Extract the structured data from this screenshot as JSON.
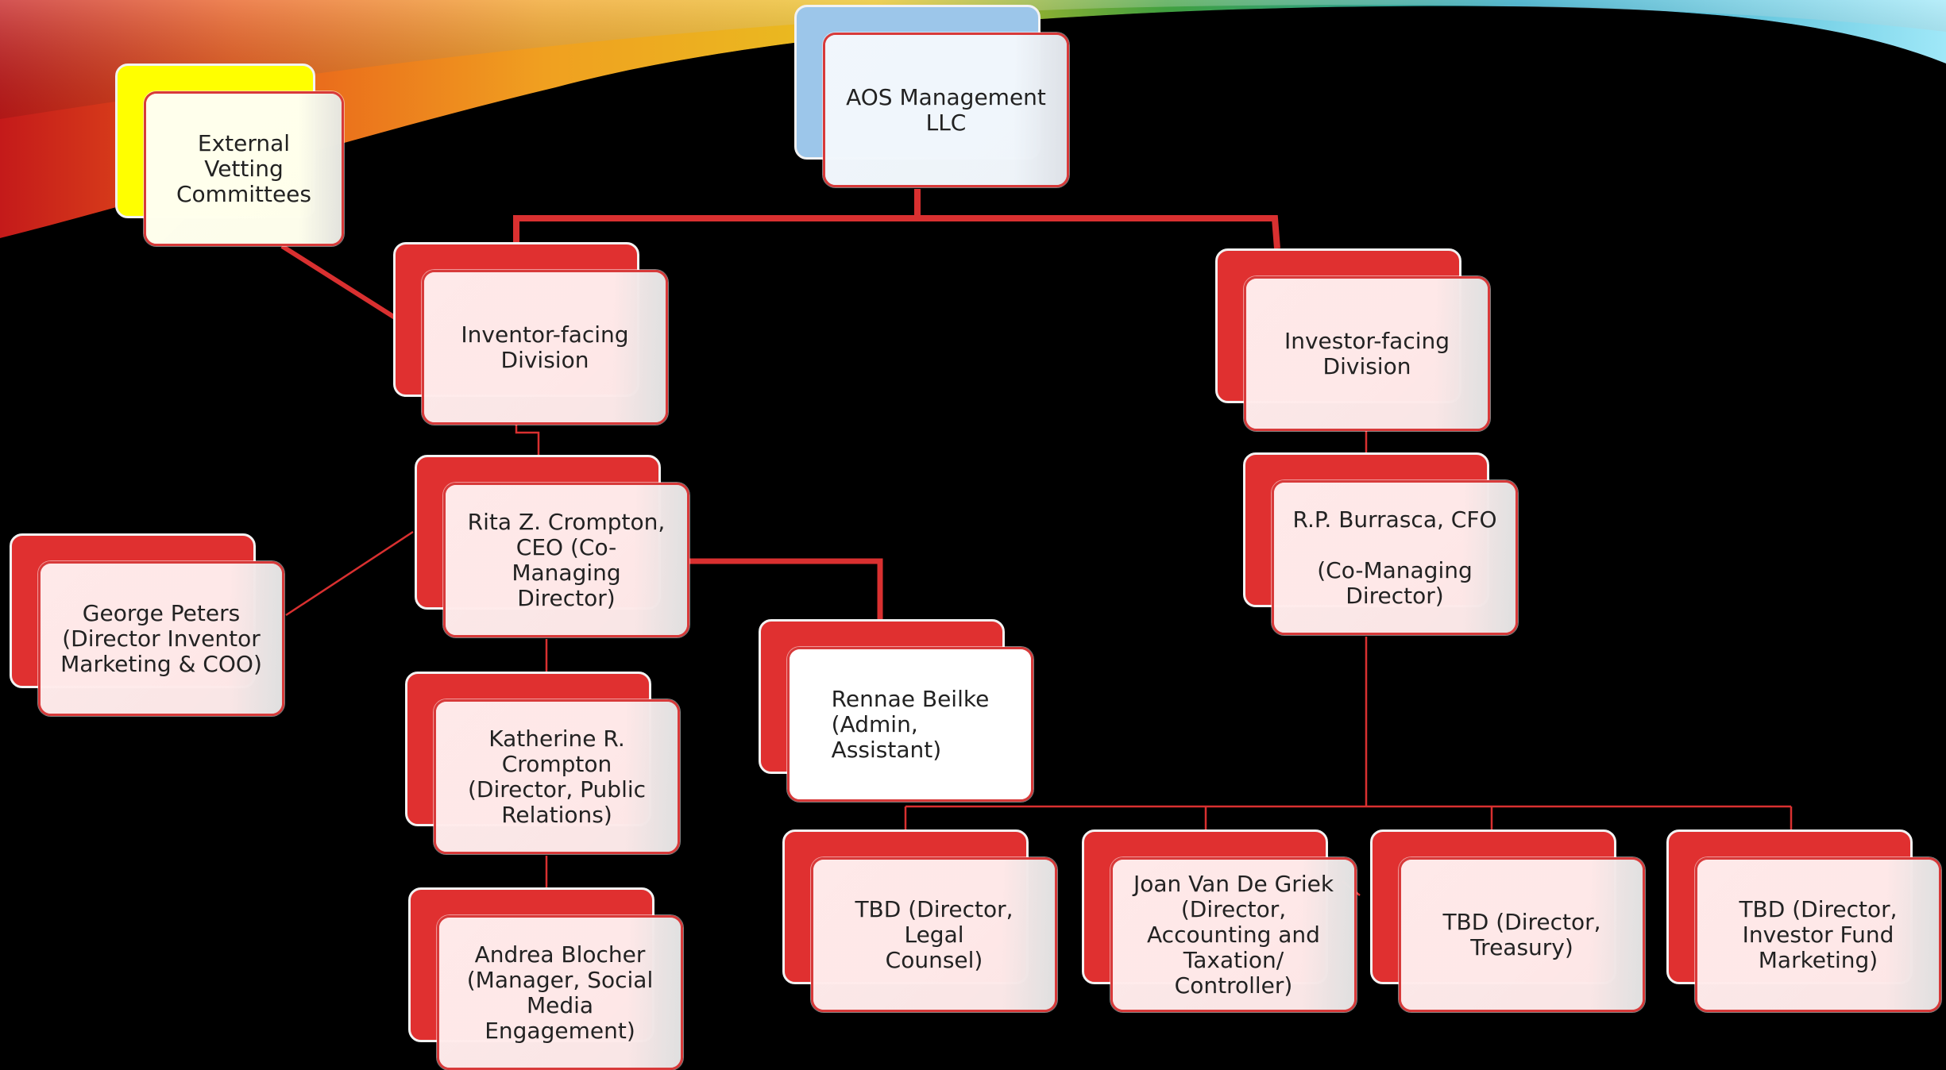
{
  "colors": {
    "background": "#000000",
    "connector": "#d93030",
    "box_red": "#e03030",
    "box_blue": "#9cc6ea",
    "box_yellow": "#ffff00"
  },
  "org_chart": {
    "top": {
      "label": "AOS Management\nLLC"
    },
    "external": {
      "label": "External\nVetting\nCommittees"
    },
    "inventor_division": {
      "label": "Inventor-facing\nDivision"
    },
    "investor_division": {
      "label": "Investor-facing\nDivision"
    },
    "ceo": {
      "label": "Rita Z. Crompton,\nCEO (Co-\nManaging Director)"
    },
    "cfo": {
      "label": "R.P. Burrasca, CFO\n\n(Co-Managing\nDirector)"
    },
    "george": {
      "label": "George Peters\n(Director Inventor\nMarketing & COO)"
    },
    "katherine": {
      "label": "Katherine R.\nCrompton\n(Director, Public\nRelations)"
    },
    "andrea": {
      "label": "Andrea Blocher\n(Manager, Social\nMedia\nEngagement)"
    },
    "rennae": {
      "label": "Rennae Beilke\n(Admin,\nAssistant)"
    },
    "tbd_legal": {
      "label": "TBD (Director, Legal\nCounsel)"
    },
    "joan": {
      "label": "Joan Van De Griek\n(Director,\nAccounting and\nTaxation/\nController)"
    },
    "tbd_treasury": {
      "label": "TBD (Director,\nTreasury)"
    },
    "tbd_marketing": {
      "label": "TBD (Director,\nInvestor Fund\nMarketing)"
    }
  }
}
